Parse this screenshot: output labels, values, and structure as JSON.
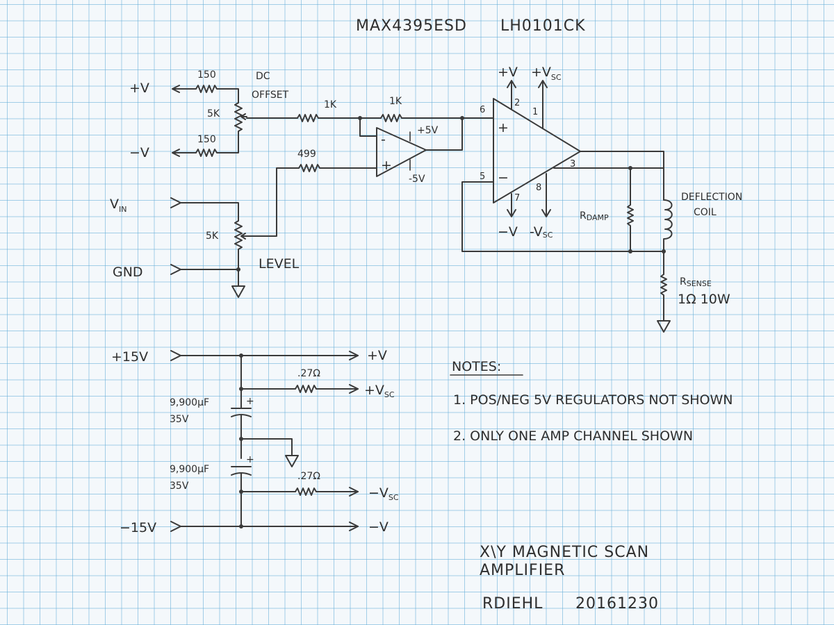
{
  "header": {
    "part_a": "MAX4395ESD",
    "part_b": "LH0101CK"
  },
  "offset_network": {
    "vpos": "+V",
    "vneg": "−V",
    "r_top": "150",
    "r_bottom": "150",
    "pot": "5K",
    "pot_label_line1": "DC",
    "pot_label_line2": "OFFSET"
  },
  "input_network": {
    "vin": "V",
    "vin_sub": "IN",
    "gnd": "GND",
    "pot": "5K",
    "pot_label": "LEVEL",
    "r_offset": "1K",
    "r_feedback": "1K",
    "r_level": "499"
  },
  "opamp1": {
    "minus": "-",
    "plus": "+",
    "vpos": "+5V",
    "vneg": "-5V"
  },
  "power_amp": {
    "plus": "+",
    "minus": "−",
    "pin_6": "6",
    "pin_5": "5",
    "pin_2": "2",
    "pin_1": "1",
    "pin_3": "3",
    "pin_7": "7",
    "pin_8": "8",
    "vpos": "+V",
    "vsc_pos": "+V",
    "vsc_pos_sub": "SC",
    "vneg": "−V",
    "vsc_neg": "-V",
    "vsc_neg_sub": "SC"
  },
  "output_network": {
    "rdamp": "R",
    "rdamp_sub": "DAMP",
    "coil_line1": "DEFLECTION",
    "coil_line2": "COIL",
    "rsense": "R",
    "rsense_sub": "SENSE",
    "rsense_value": "1Ω  10W"
  },
  "power_supply": {
    "in_pos": "+15V",
    "in_neg": "−15V",
    "out_v_pos": "+V",
    "out_vsc_pos": "+V",
    "out_vsc_pos_sub": "SC",
    "out_vsc_neg": "−V",
    "out_vsc_neg_sub": "SC",
    "out_v_neg": "−V",
    "r_top": ".27Ω",
    "r_bottom": ".27Ω",
    "cap_top_value": "9,900µF",
    "cap_top_voltage": "35V",
    "cap_bottom_value": "9,900µF",
    "cap_bottom_voltage": "35V",
    "cap_plus": "+"
  },
  "notes": {
    "heading": "NOTES:",
    "items": [
      "1. POS/NEG 5V REGULATORS NOT SHOWN",
      "2. ONLY ONE AMP CHANNEL SHOWN"
    ]
  },
  "title_block": {
    "title_line1": "X\\Y MAGNETIC SCAN",
    "title_line2": "AMPLIFIER",
    "author": "RDIEHL",
    "date": "20161230"
  }
}
